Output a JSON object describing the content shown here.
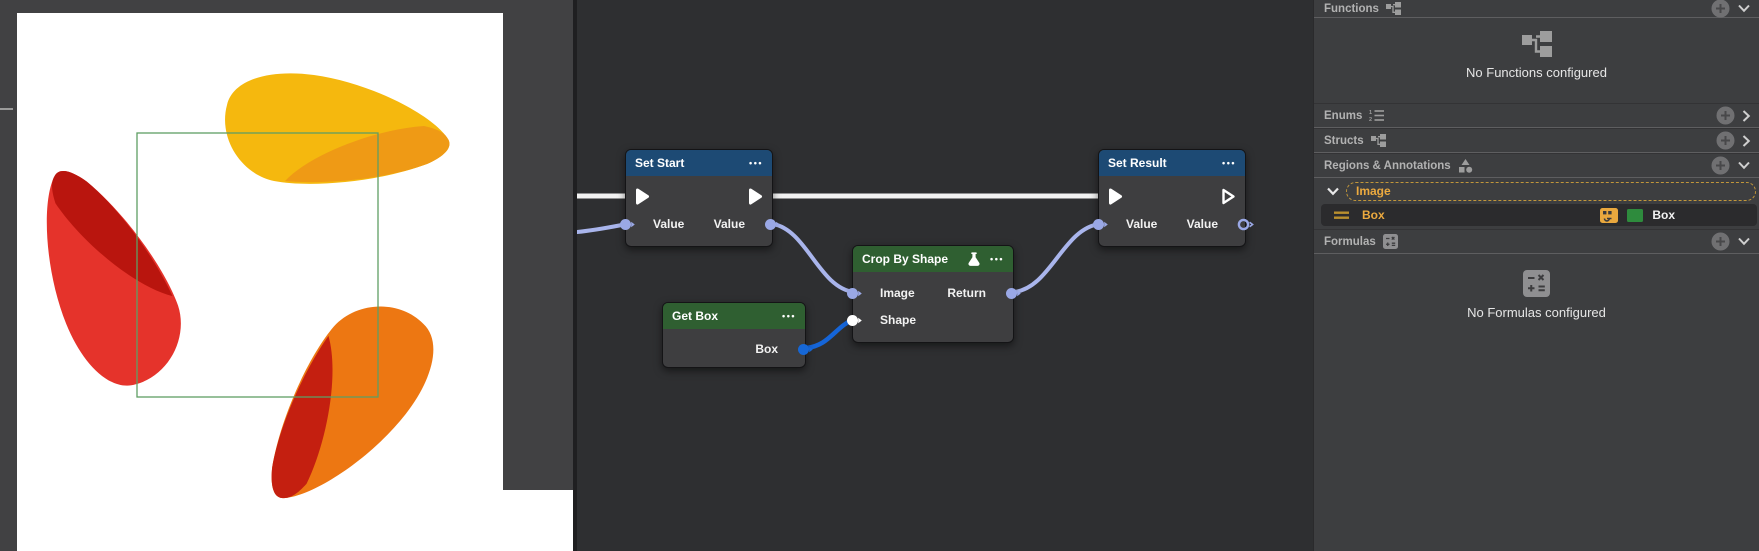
{
  "viewer": {
    "petals": {
      "yellow": "#f5b80e",
      "yellow_shade": "#ef9a15",
      "orange": "#ed7712",
      "orange_shade": "#c41f10",
      "red": "#e5332b",
      "red_shade": "#b9150e"
    },
    "region_color": "#5f9e63"
  },
  "graph": {
    "set_start": {
      "title": "Set Start",
      "menu": "•••",
      "in_label": "Value",
      "out_label": "Value"
    },
    "set_result": {
      "title": "Set Result",
      "menu": "•••",
      "in_label": "Value",
      "out_label": "Value"
    },
    "crop": {
      "title": "Crop By Shape",
      "menu": "•••",
      "in1": "Image",
      "out1": "Return",
      "in2": "Shape"
    },
    "get_box": {
      "title": "Get Box",
      "menu": "•••",
      "out": "Box"
    },
    "colors": {
      "exec_wire": "#f2f2f2",
      "data_wire": "#a9b5ec",
      "shape_wire": "#1565d8",
      "pin_lavender": "#9aa8e6",
      "pin_blue": "#1667d6",
      "pin_white": "#ffffff",
      "header_blue": "#1d4a74",
      "header_green": "#2f5f31"
    }
  },
  "sidebar": {
    "functions": {
      "label": "Functions",
      "empty": "No Functions configured"
    },
    "enums": {
      "label": "Enums"
    },
    "structs": {
      "label": "Structs"
    },
    "regions": {
      "label": "Regions & Annotations",
      "group": "Image",
      "item": "Box",
      "item_value": "Box",
      "swatch_color": "#2e8b3d",
      "accent_color": "#ecaa3f"
    },
    "formulas": {
      "label": "Formulas",
      "empty": "No Formulas configured"
    }
  }
}
